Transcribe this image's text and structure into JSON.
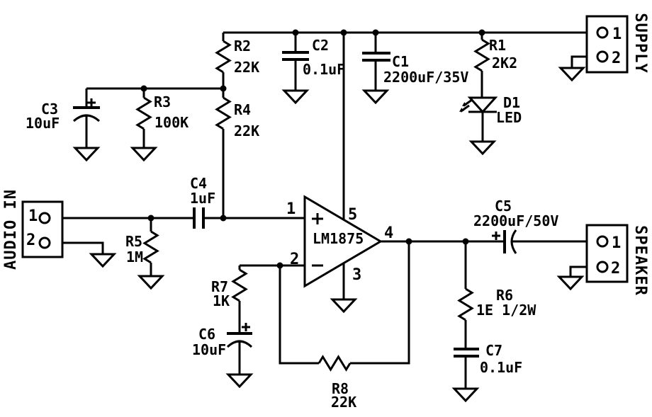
{
  "colors": {
    "background": "#ffffff",
    "ink": "#000000"
  },
  "connectors": {
    "audio_in": {
      "name": "AUDIO IN",
      "pins": [
        "1",
        "2"
      ]
    },
    "supply": {
      "name": "SUPPLY",
      "pins": [
        "1",
        "2"
      ]
    },
    "speaker": {
      "name": "SPEAKER",
      "pins": [
        "1",
        "2"
      ]
    }
  },
  "ic": {
    "part": "LM1875",
    "pins": [
      "1",
      "2",
      "3",
      "4",
      "5"
    ]
  },
  "resistors": {
    "r1": {
      "ref": "R1",
      "value": "2K2"
    },
    "r2": {
      "ref": "R2",
      "value": "22K"
    },
    "r3": {
      "ref": "R3",
      "value": "100K"
    },
    "r4": {
      "ref": "R4",
      "value": "22K"
    },
    "r5": {
      "ref": "R5",
      "value": "1M"
    },
    "r6": {
      "ref": "R6",
      "value": "1E 1/2W"
    },
    "r7": {
      "ref": "R7",
      "value": "1K"
    },
    "r8": {
      "ref": "R8",
      "value": "22K"
    }
  },
  "capacitors": {
    "c1": {
      "ref": "C1",
      "value": "2200uF/35V"
    },
    "c2": {
      "ref": "C2",
      "value": "0.1uF"
    },
    "c3": {
      "ref": "C3",
      "value": "10uF"
    },
    "c4": {
      "ref": "C4",
      "value": "1uF"
    },
    "c5": {
      "ref": "C5",
      "value": "2200uF/50V"
    },
    "c6": {
      "ref": "C6",
      "value": "10uF"
    },
    "c7": {
      "ref": "C7",
      "value": "0.1uF"
    }
  },
  "diodes": {
    "d1": {
      "ref": "D1",
      "value": "LED"
    }
  }
}
